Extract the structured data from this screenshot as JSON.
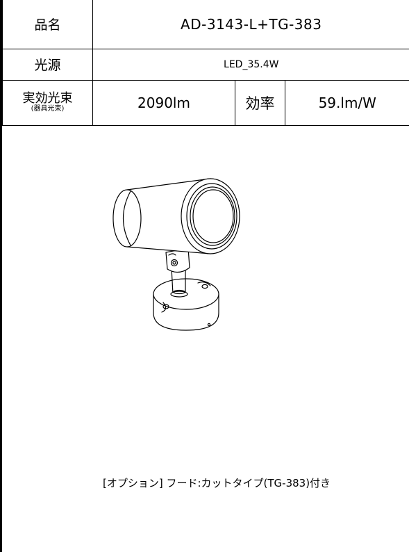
{
  "spec": {
    "name_label": "品名",
    "name_value": "AD-3143-L+TG-383",
    "source_label": "光源",
    "source_value": "LED_35.4W",
    "flux_label": "実効光束",
    "flux_sublabel": "(器具光束)",
    "flux_value": "2090lm",
    "efficiency_label": "効率",
    "efficiency_value": "59.lm/W"
  },
  "caption": "[オプション] フード:カットタイプ(TG-383)付き"
}
